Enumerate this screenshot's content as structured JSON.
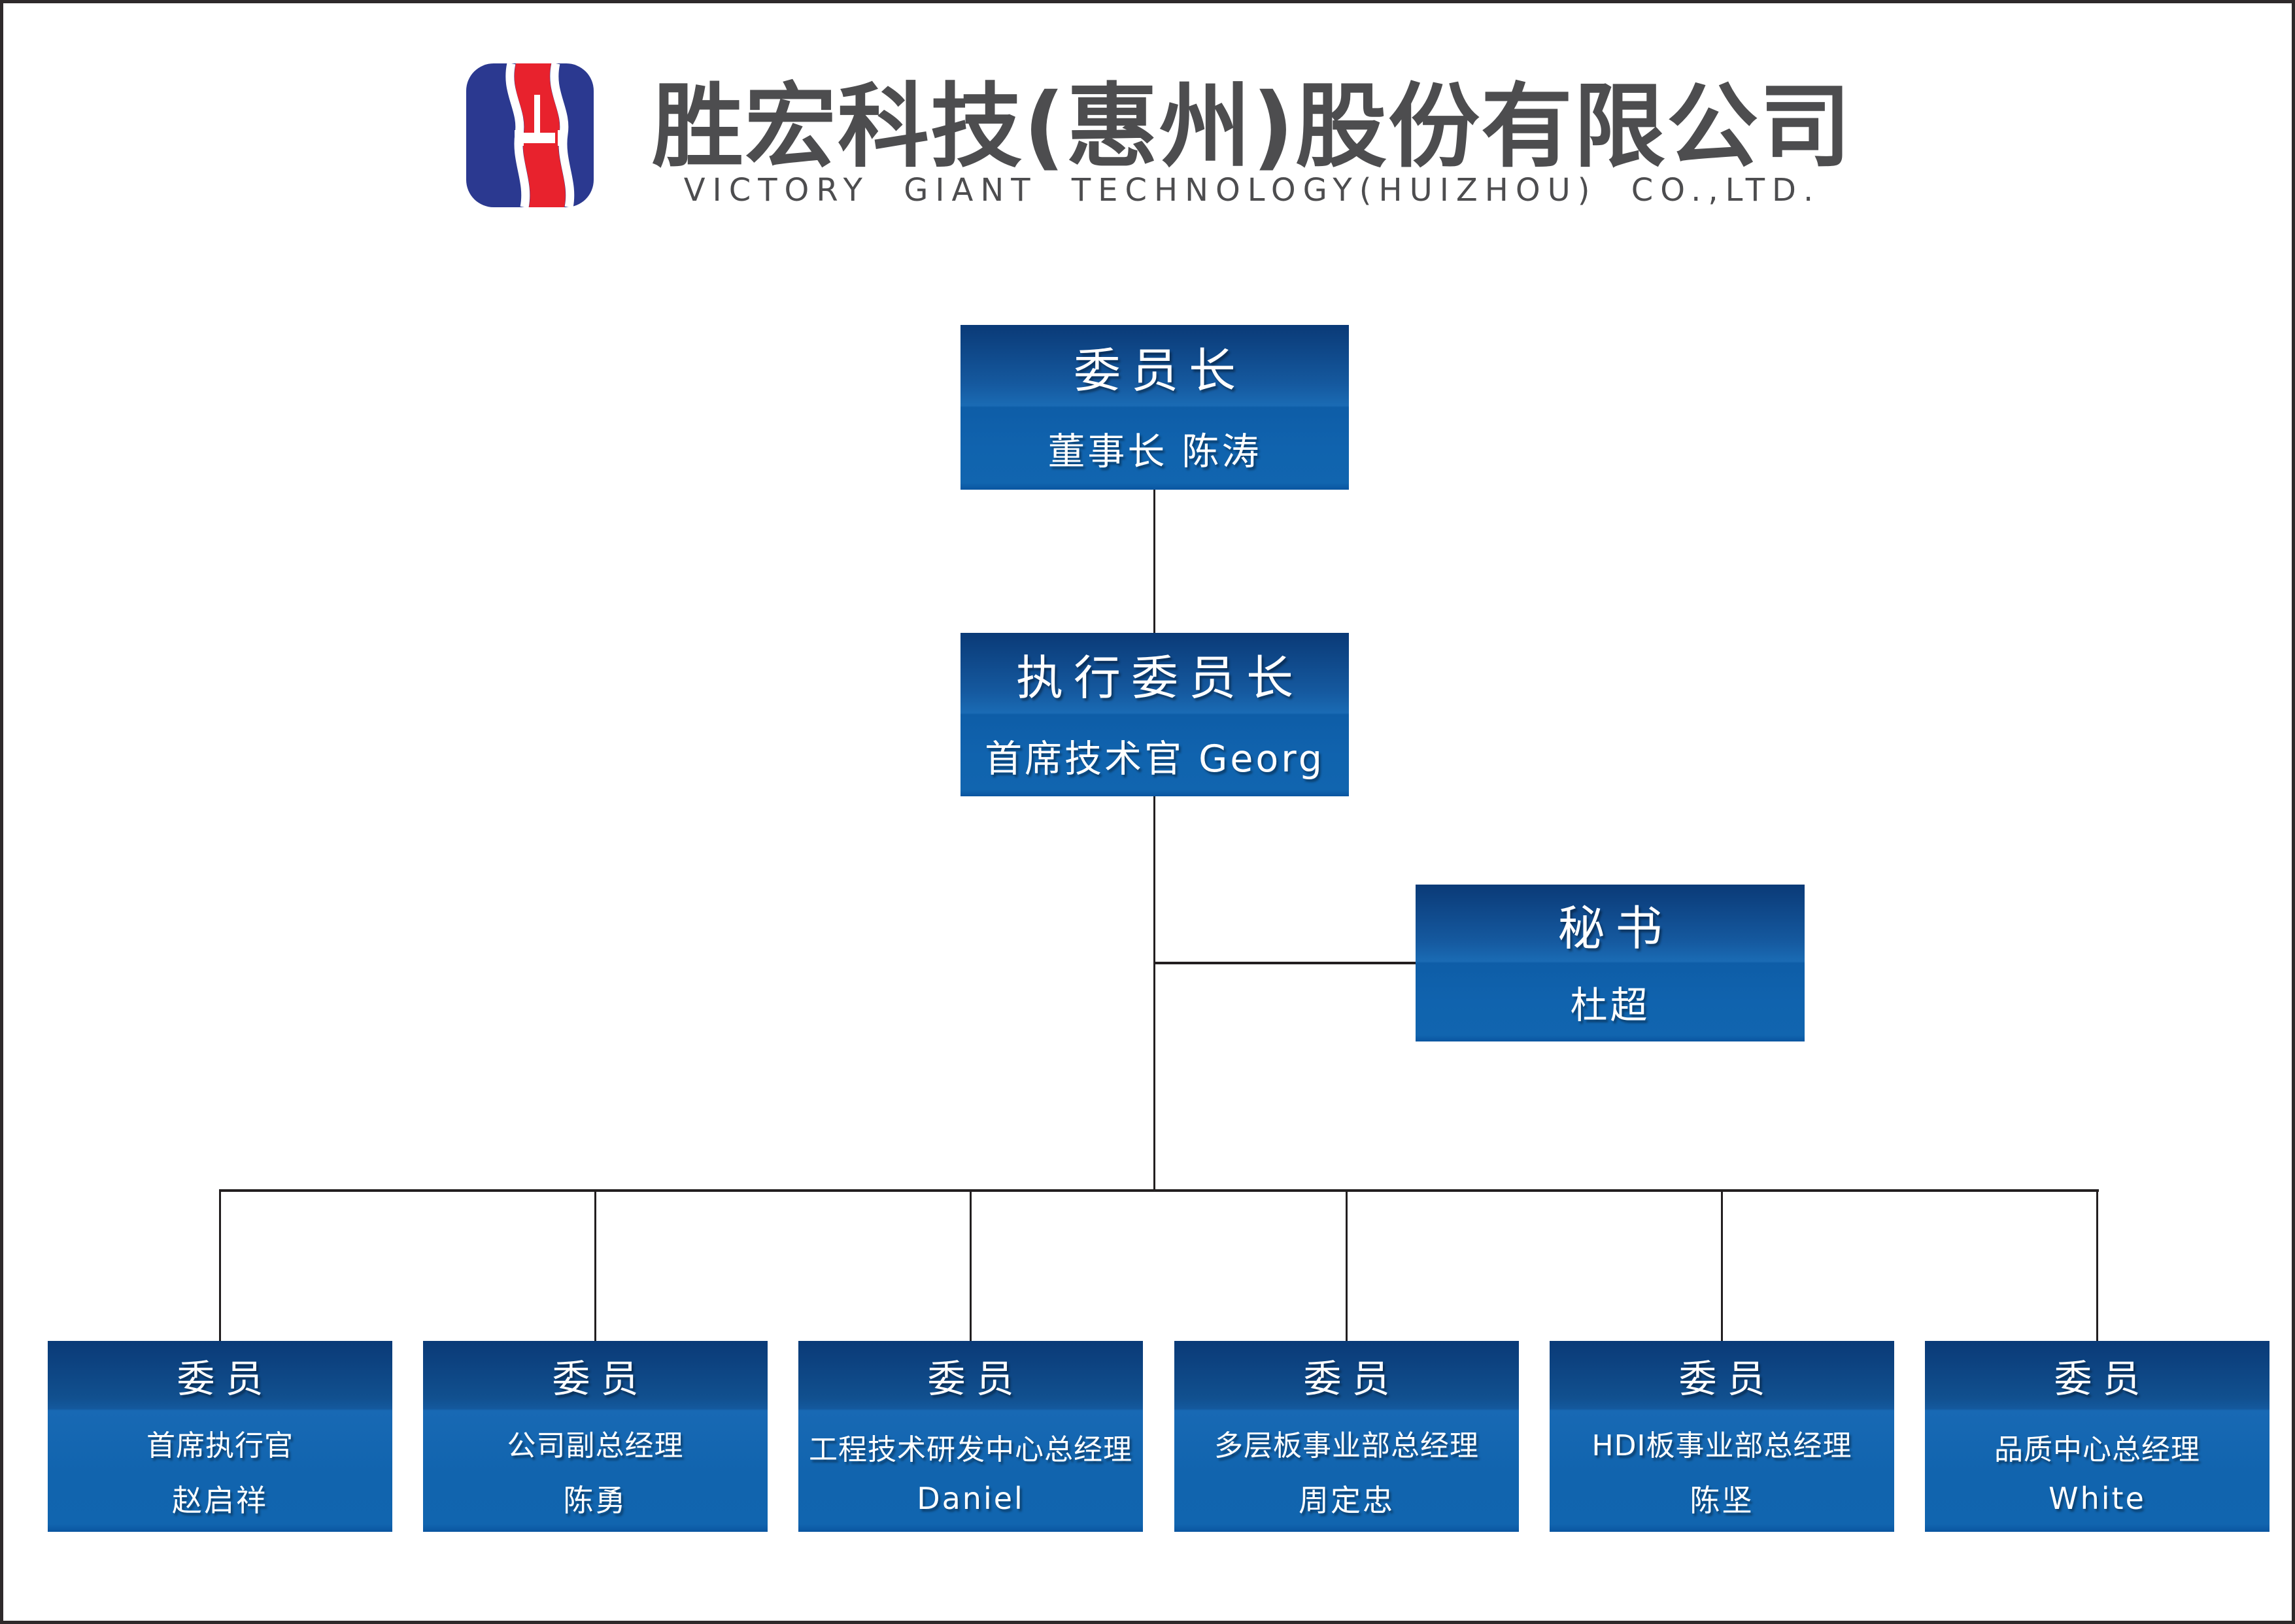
{
  "header": {
    "company_zh": "胜宏科技(惠州)股份有限公司",
    "company_en": "VICTORY GIANT TECHNOLOGY(HUIZHOU) CO.,LTD.",
    "logo_icon": "victory-giant-s-monogram"
  },
  "org": {
    "chairman": {
      "title": "委员长",
      "person": "董事长 陈涛"
    },
    "exec_chairman": {
      "title": "执行委员长",
      "person": "首席技术官 Georg"
    },
    "secretary": {
      "title": "秘书",
      "person": "杜超"
    },
    "members": [
      {
        "title": "委员",
        "role": "首席执行官",
        "name": "赵启祥"
      },
      {
        "title": "委员",
        "role": "公司副总经理",
        "name": "陈勇"
      },
      {
        "title": "委员",
        "role": "工程技术研发中心总经理",
        "name": "Daniel"
      },
      {
        "title": "委员",
        "role": "多层板事业部总经理",
        "name": "周定忠"
      },
      {
        "title": "委员",
        "role": "HDI板事业部总经理",
        "name": "陈坚"
      },
      {
        "title": "委员",
        "role": "品质中心总经理",
        "name": "White"
      }
    ]
  },
  "colors": {
    "logo_blue": "#2b3990",
    "logo_red": "#e8222d",
    "box_gradient_top": "#0a3a77",
    "box_gradient_light": "#1a6bb4",
    "box_flat_blue": "#1165af",
    "box_bottom_edge": "#0a55a0",
    "connector_line": "#231f20",
    "header_text": "#4d4d4f",
    "frame_border": "#2f2a2b",
    "background": "#ffffff"
  }
}
